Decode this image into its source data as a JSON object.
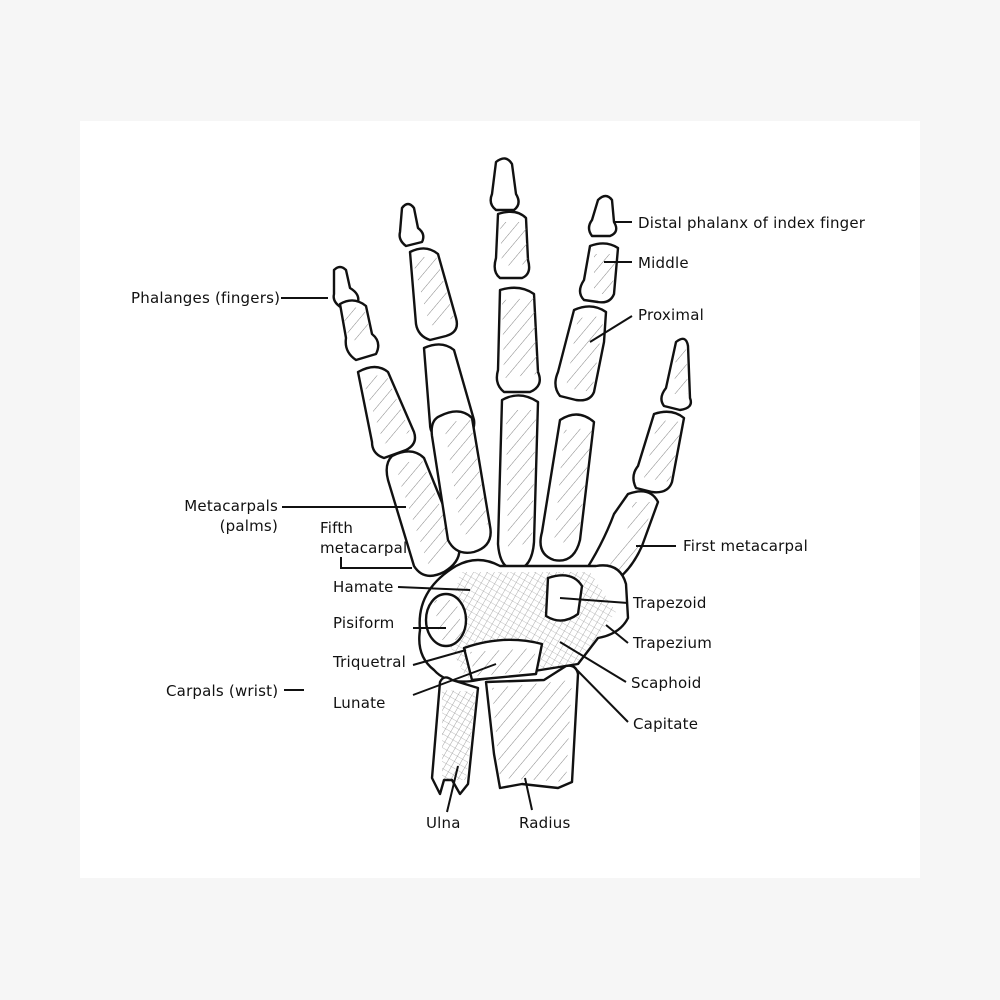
{
  "diagram": {
    "subject": "Bones of the hand (dorsal view)",
    "colors": {
      "ink": "#111111",
      "paper": "#ffffff",
      "background": "#f6f6f6"
    },
    "labels": {
      "distal": "Distal phalanx of index finger",
      "middle": "Middle",
      "proximal": "Proximal",
      "phalanges": "Phalanges (fingers)",
      "metacarpals_line1": "Metacarpals",
      "metacarpals_line2": "(palms)",
      "fifth_line1": "Fifth",
      "fifth_line2": "metacarpal",
      "first_metacarpal": "First metacarpal",
      "hamate": "Hamate",
      "pisiform": "Pisiform",
      "triquetral": "Triquetral",
      "lunate": "Lunate",
      "carpals": "Carpals (wrist)",
      "trapezoid": "Trapezoid",
      "trapezium": "Trapezium",
      "scaphoid": "Scaphoid",
      "capitate": "Capitate",
      "ulna": "Ulna",
      "radius": "Radius"
    }
  }
}
